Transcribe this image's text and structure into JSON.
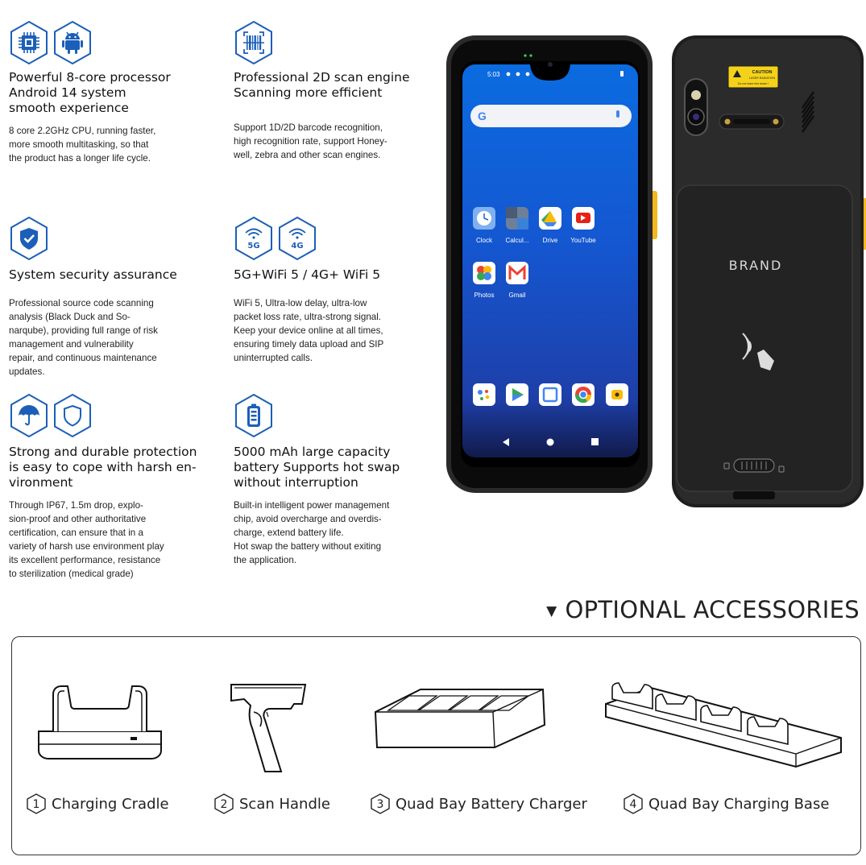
{
  "features": [
    {
      "icons": [
        "cpu-chip-icon",
        "android-icon"
      ],
      "title_lines": [
        "Powerful 8-core processor",
        "Android 14 system",
        "smooth experience"
      ],
      "body_lines": [
        "8 core 2.2GHz CPU, running faster,",
        "more smooth multitasking, so that",
        "the product has a longer life cycle."
      ]
    },
    {
      "icons": [
        "barcode-scan-icon"
      ],
      "title_lines": [
        "Professional 2D scan engine",
        "Scanning more efficient"
      ],
      "body_lines": [
        "Support 1D/2D barcode recognition,",
        "high recognition rate, support Honey-",
        "well, zebra and other scan engines."
      ]
    },
    {
      "icons": [
        "shield-check-icon"
      ],
      "title_lines": [
        "System security assurance"
      ],
      "body_lines": [
        "Professional source code scanning",
        "analysis (Black Duck and So-",
        "narqube), providing full range of risk",
        "management and vulnerability",
        "repair, and continuous maintenance",
        "updates."
      ]
    },
    {
      "icons": [
        "wifi-5g-icon",
        "wifi-4g-icon"
      ],
      "icon_labels": [
        "5G",
        "4G"
      ],
      "title_lines": [
        "5G+WiFi 5 / 4G+ WiFi 5"
      ],
      "body_lines": [
        "WiFi 5, Ultra-low delay, ultra-low",
        "packet loss rate, ultra-strong signal.",
        "Keep your device online at all times,",
        "ensuring timely data upload and SIP",
        "uninterrupted calls."
      ]
    },
    {
      "icons": [
        "umbrella-icon",
        "shield-outline-icon"
      ],
      "title_lines": [
        "Strong and durable protection",
        "is easy to cope with harsh en-",
        "vironment"
      ],
      "body_lines": [
        "Through IP67, 1.5m drop, explo-",
        "sion-proof and other authoritative",
        "certification, can ensure that in a",
        "variety of harsh use environment play",
        "its excellent performance, resistance",
        "to sterilization (medical grade)"
      ]
    },
    {
      "icons": [
        "battery-icon"
      ],
      "title_lines": [
        "5000 mAh large capacity",
        "battery Supports hot swap",
        "without interruption"
      ],
      "body_lines": [
        "Built-in intelligent power management",
        "chip, avoid overcharge and overdis-",
        "charge, extend battery life.",
        "Hot swap the battery without exiting",
        "the application."
      ]
    }
  ],
  "phone": {
    "status_time": "5:03",
    "apps_row1": [
      "Clock",
      "Calcul...",
      "Drive",
      "YouTube"
    ],
    "apps_row2": [
      "Photos",
      "Gmail"
    ],
    "back_brand": "BRAND",
    "caution_title": "CAUTION",
    "caution_line1": "LASER RADIATION",
    "caution_line2": "Do not stare into beam !"
  },
  "accessories": {
    "title": "OPTIONAL ACCESSORIES",
    "items": [
      {
        "num": "1",
        "label": "Charging Cradle"
      },
      {
        "num": "2",
        "label": "Scan Handle"
      },
      {
        "num": "3",
        "label": "Quad Bay Battery Charger"
      },
      {
        "num": "4",
        "label": "Quad Bay Charging Base"
      }
    ]
  },
  "colors": {
    "icon_blue": "#1c5fb8",
    "phone_body": "#1c1c1c",
    "side_button": "#f2b81e"
  }
}
